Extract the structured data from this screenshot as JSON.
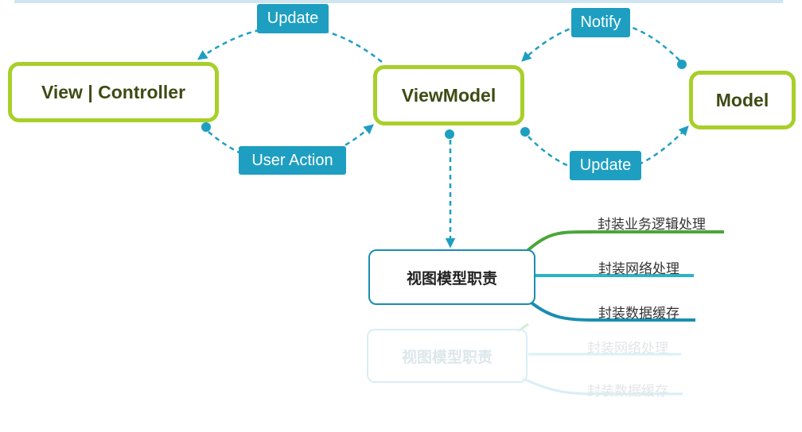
{
  "nodes": {
    "view_controller": "View | Controller",
    "viewmodel": "ViewModel",
    "model": "Model"
  },
  "edges": {
    "update_left": "Update",
    "user_action": "User Action",
    "notify": "Notify",
    "update_right": "Update"
  },
  "mindmap": {
    "center": "视图模型职责",
    "branches": [
      "封装业务逻辑处理",
      "封装网络处理",
      "封装数据缓存"
    ],
    "reflection": {
      "center": "视图模型职责",
      "branches": [
        "封装网络处理",
        "封装数据缓存"
      ]
    }
  },
  "colors": {
    "node_border": "#a8cf2a",
    "node_text": "#3e4b14",
    "badge": "#1e9fc1",
    "arrow": "#1e9fc1",
    "branch_green": "#4aa63a",
    "branch_teal": "#2db3c4",
    "branch_blue": "#1a8eb0"
  }
}
